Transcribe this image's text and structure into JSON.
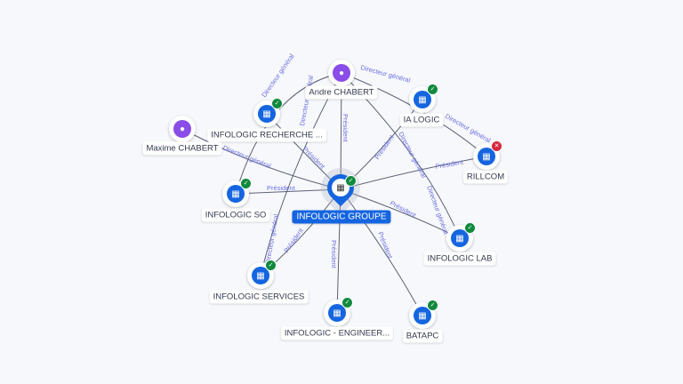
{
  "nodes": {
    "andre": {
      "label": "Andre CHABERT",
      "icon": "person-icon"
    },
    "ialogic": {
      "label": "IA LOGIC",
      "icon": "building-icon",
      "status": "verified"
    },
    "rillcom": {
      "label": "RILLCOM",
      "icon": "building-icon",
      "status": "closed"
    },
    "recherche": {
      "label": "INFOLOGIC RECHERCHE ...",
      "icon": "building-icon",
      "status": "verified"
    },
    "maxime": {
      "label": "Maxime CHABERT",
      "icon": "person-icon"
    },
    "so": {
      "label": "INFOLOGIC SO",
      "icon": "building-icon",
      "status": "verified"
    },
    "groupe": {
      "label": "INFOLOGIC GROUPE",
      "icon": "building-icon",
      "status": "verified"
    },
    "lab": {
      "label": "INFOLOGIC LAB",
      "icon": "building-icon",
      "status": "verified"
    },
    "services": {
      "label": "INFOLOGIC SERVICES",
      "icon": "building-icon",
      "status": "verified"
    },
    "engineer": {
      "label": "INFOLOGIC - ENGINEER...",
      "icon": "building-icon",
      "status": "verified"
    },
    "batapc": {
      "label": "BATAPC",
      "icon": "building-icon",
      "status": "verified"
    }
  },
  "edges": {
    "president": "Président",
    "dg": "Directeur général"
  },
  "colors": {
    "company": "#1565e0",
    "person": "#8a4de8",
    "verified": "#118a3e",
    "closed": "#d7263d",
    "edge_label": "#6b6fe0"
  }
}
